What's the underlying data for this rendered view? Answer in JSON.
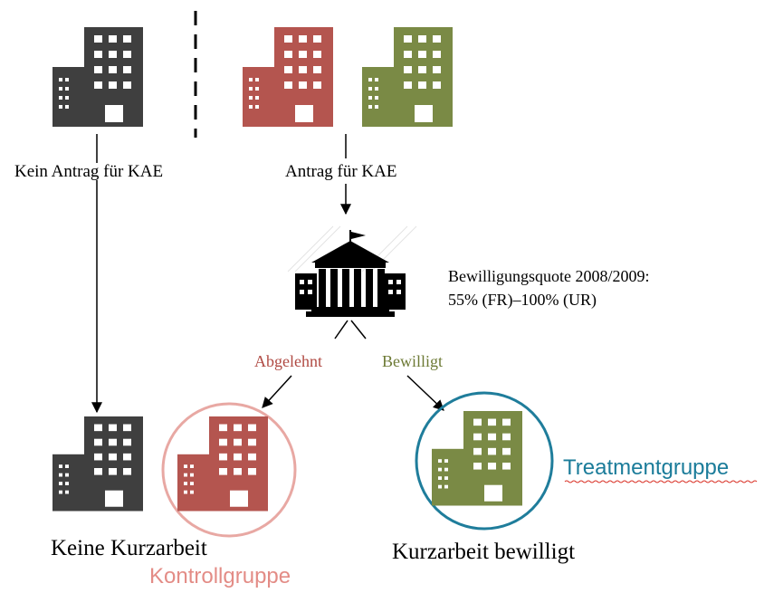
{
  "colors": {
    "gray_building": "#3f3f3f",
    "red_building": "#b4554f",
    "green_building": "#7a8a45",
    "control_circle": "#e8a8a3",
    "treatment_circle": "#1f7d9b",
    "control_text": "#e38c86",
    "treatment_text": "#1b7c9a",
    "rejected_text": "#b04a43",
    "approved_text": "#6d7a35",
    "spellcheck_underline": "#d93025"
  },
  "icons": {
    "building": "office-building-icon",
    "government": "government-building-icon"
  },
  "labels": {
    "no_application": "Kein Antrag für KAE",
    "application": "Antrag für KAE",
    "approval_rate_line1": "Bewilligungsquote 2008/2009:",
    "approval_rate_line2": "55% (FR)–100% (UR)",
    "rejected": "Abgelehnt",
    "approved": "Bewilligt",
    "no_short_time_work": "Keine Kurzarbeit",
    "control_group": "Kontrollgruppe",
    "short_time_work_approved": "Kurzarbeit bewilligt",
    "treatment_group": "Treatmentgruppe"
  }
}
